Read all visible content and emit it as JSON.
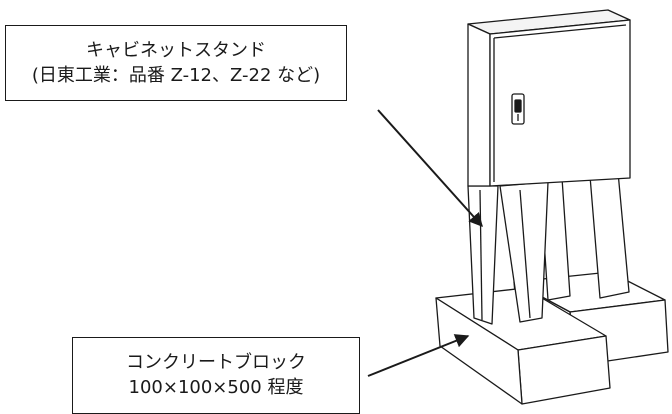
{
  "callouts": {
    "stand": {
      "title": "キャビネットスタンド",
      "detail": "(日東工業：品番 Z-12、Z-22 など)"
    },
    "block": {
      "title": "コンクリートブロック",
      "detail": "100×100×500 程度"
    }
  },
  "colors": {
    "stroke": "#1a1a1a",
    "fill": "#ffffff",
    "shade": "#d9d9d9"
  }
}
